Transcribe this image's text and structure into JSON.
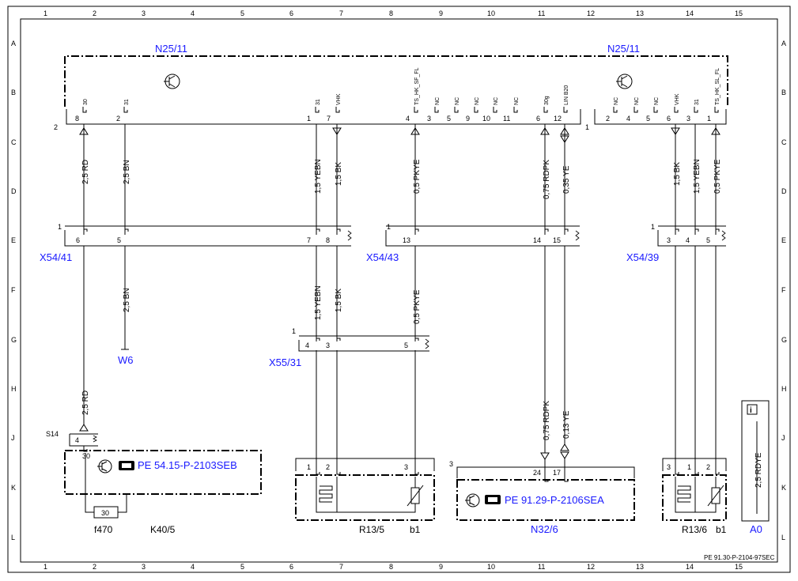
{
  "grid": {
    "columns": [
      "1",
      "2",
      "3",
      "4",
      "5",
      "6",
      "7",
      "8",
      "9",
      "10",
      "11",
      "12",
      "13",
      "14",
      "15"
    ],
    "rows": [
      "A",
      "B",
      "C",
      "D",
      "E",
      "F",
      "G",
      "H",
      "J",
      "K",
      "L"
    ]
  },
  "modules": {
    "n25_left": "N25/11",
    "n25_right": "N25/11",
    "left_connector_no": "2",
    "right_connector_no": "1",
    "pins_left": [
      "8",
      "2",
      "1",
      "7",
      "4",
      "3",
      "5",
      "9",
      "10",
      "11",
      "6",
      "12"
    ],
    "pins_right": [
      "2",
      "4",
      "5",
      "6",
      "3",
      "1"
    ],
    "sig_left": [
      "30",
      "31",
      "31",
      "VHK",
      "TS_HK_SF_FL",
      "NC",
      "NC",
      "NC",
      "NC",
      "NC",
      "30g",
      "LIN B20"
    ],
    "sig_right": [
      "NC",
      "NC",
      "NC",
      "VHK",
      "31",
      "TS_HK_SL_FL"
    ]
  },
  "wires": {
    "w1": "2,5 RD",
    "w2": "2,5 BN",
    "w3": "1,5 YEBN",
    "w4": "1,5 BK",
    "w5": "0,5 PKYE",
    "w6": "0,75 RDPK",
    "w7": "0,35 YE",
    "w8": "1,5 BK",
    "w9": "1,5 YEBN",
    "w10": "0,5 PKYE",
    "w11": "2,5 BN",
    "w12": "1,5 YEBN",
    "w13": "1,5 BK",
    "w14": "0,5 PKYE",
    "w15": "2,5 RD",
    "w16": "0,75 RDPK",
    "w17": "0,13 YE",
    "w18": "2,5 RDYE"
  },
  "connectors": {
    "x54_41": "X54/41",
    "x54_43": "X54/43",
    "x54_39": "X54/39",
    "x55_31": "X55/31",
    "w6": "W6",
    "s14": "S14",
    "x54_41_pins": [
      "6",
      "5",
      "7",
      "8"
    ],
    "x54_43_pins": [
      "13",
      "14",
      "15"
    ],
    "x54_39_pins": [
      "3",
      "4",
      "5"
    ],
    "x55_31_pins": [
      "4",
      "3",
      "5"
    ],
    "one": "1"
  },
  "components": {
    "k40_ref": "PE 54.15-P-2103SEB",
    "n32_ref": "PE 91.29-P-2106SEA",
    "k40": "K40/5",
    "f470": "f470",
    "fuse_val": "30",
    "r13_5": "R13/5",
    "r13_6": "R13/6",
    "b1a": "b1",
    "b1b": "b1",
    "n32": "N32/6",
    "a0": "A0",
    "n32_conn": "3",
    "n32_pins": [
      "24",
      "17"
    ],
    "r135_pins": [
      "1",
      "2",
      "3"
    ],
    "r136_pins": [
      "3",
      "1",
      "2"
    ],
    "s14_pin": "4",
    "k40_pin": "30"
  },
  "footer": "PE 91.30-P-2104-97SEC"
}
